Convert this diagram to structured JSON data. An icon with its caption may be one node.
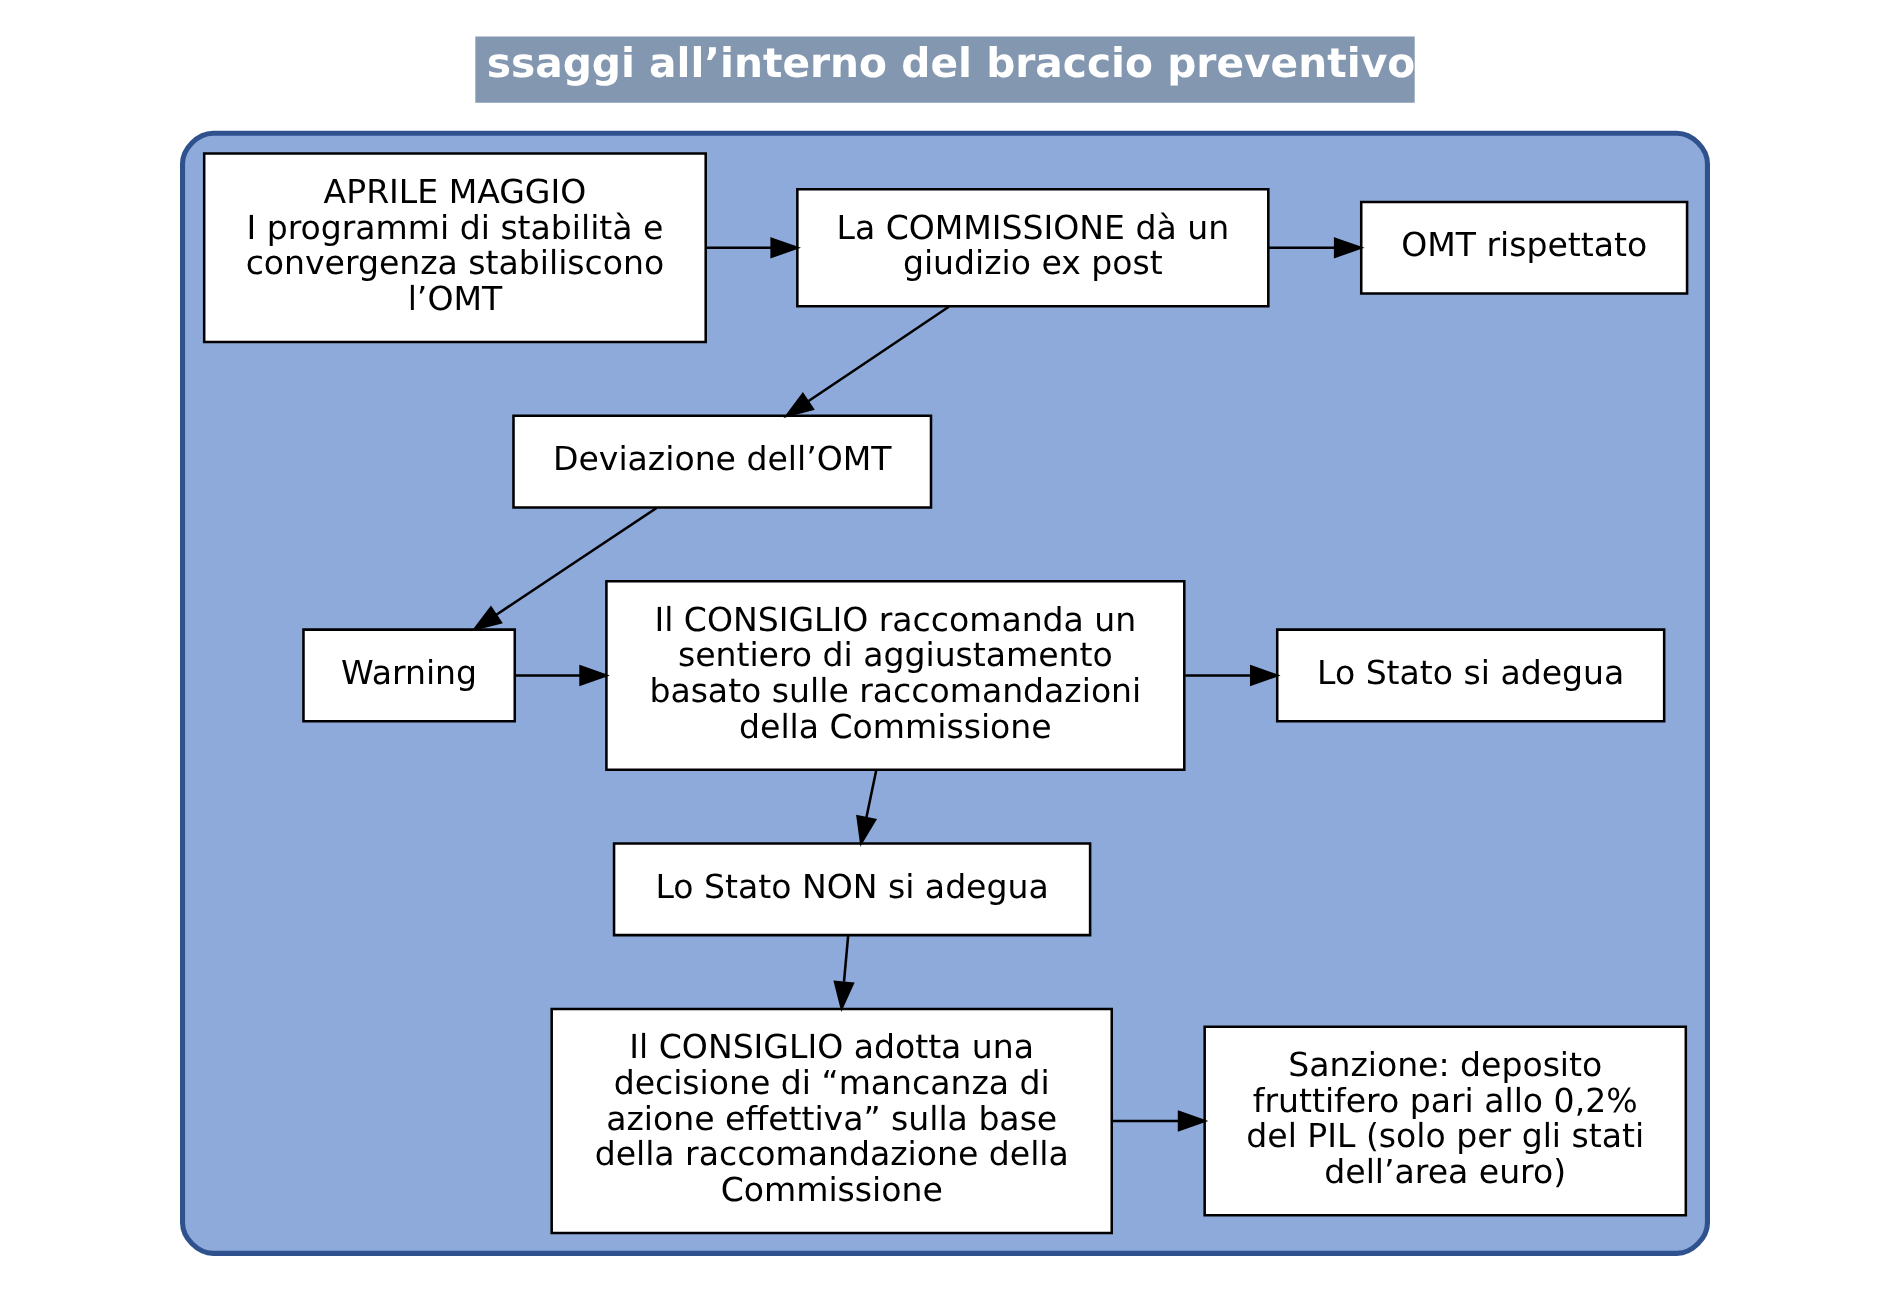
{
  "diagram": {
    "title": "ssaggi all’interno del braccio preventivo",
    "nodes": [
      {
        "text": [],
        "shape": "box"
      },
      {
        "text": [
          "APRILE MAGGIO",
          "I programmi di stabilità e convergenza stabiliscono l’OMT"
        ],
        "in": 0
      },
      {
        "text": [
          "La COMMISSIONE dà un giudizio ex post"
        ],
        "in": 0
      },
      {
        "text": [
          "OMT rispettato"
        ],
        "in": 0
      },
      {
        "text": [
          "Deviazione dell’OMT"
        ],
        "in": 0
      },
      {
        "text": [
          "Warning"
        ],
        "in": 0
      },
      {
        "text": [
          "Il CONSIGLIO raccomanda un sentiero di aggiustamento basato sulle raccomandazioni della Commissione"
        ],
        "in": 0
      },
      {
        "text": [
          "Lo Stato si adegua"
        ],
        "in": 0
      },
      {
        "text": [
          "Lo Stato NON si adegua"
        ],
        "in": 0
      },
      {
        "text": [
          "Il CONSIGLIO adotta una decisione di “mancanza di azione effettiva” sulla base della raccomandazione della Commissione"
        ],
        "in": 0
      },
      {
        "text": [
          "Sanzione: deposito fruttifero pari allo 0,2% del PIL (solo per gli stati dell’area euro)"
        ],
        "in": 0
      }
    ],
    "edges": [
      {
        "from": 1,
        "to": 2,
        "arrow": "to"
      },
      {
        "from": 2,
        "to": 3,
        "arrow": "to"
      },
      {
        "from": 2,
        "to": 4,
        "arrow": "to"
      },
      {
        "from": 4,
        "to": 5,
        "arrow": "to"
      },
      {
        "from": 5,
        "to": 6,
        "arrow": "to"
      },
      {
        "from": 6,
        "to": 7,
        "arrow": "to"
      },
      {
        "from": 6,
        "to": 8,
        "arrow": "to"
      },
      {
        "from": 8,
        "to": 9,
        "arrow": "to"
      },
      {
        "from": 9,
        "to": 10,
        "arrow": "to"
      }
    ]
  }
}
